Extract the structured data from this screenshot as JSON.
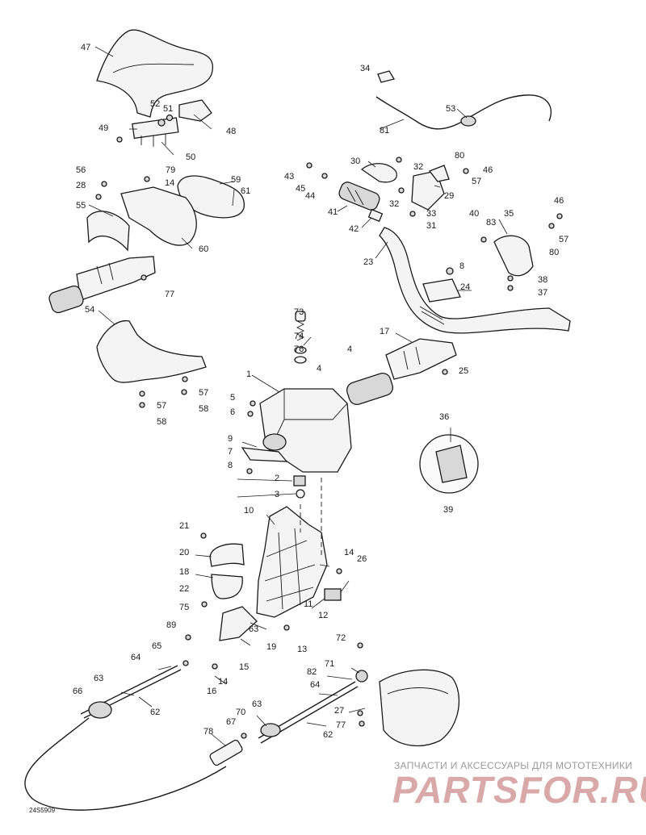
{
  "diagram_code": "24S5909",
  "watermark": {
    "caption": "ЗАПЧАСТИ И АКСЕССУАРЫ ДЛЯ МОТОТЕХНИКИ",
    "logo_text": "PARTSFOR.RU"
  },
  "callouts": [
    {
      "id": "c47",
      "text": "47"
    },
    {
      "id": "c52",
      "text": "52"
    },
    {
      "id": "c51",
      "text": "51"
    },
    {
      "id": "c49",
      "text": "49"
    },
    {
      "id": "c48",
      "text": "48"
    },
    {
      "id": "c50",
      "text": "50"
    },
    {
      "id": "c56",
      "text": "56"
    },
    {
      "id": "c79",
      "text": "79"
    },
    {
      "id": "c28",
      "text": "28"
    },
    {
      "id": "c14a",
      "text": "14"
    },
    {
      "id": "c59",
      "text": "59"
    },
    {
      "id": "c61",
      "text": "61"
    },
    {
      "id": "c55",
      "text": "55"
    },
    {
      "id": "c60",
      "text": "60"
    },
    {
      "id": "c77a",
      "text": "77"
    },
    {
      "id": "c54",
      "text": "54"
    },
    {
      "id": "c57a",
      "text": "57"
    },
    {
      "id": "c57b",
      "text": "57"
    },
    {
      "id": "c58a",
      "text": "58"
    },
    {
      "id": "c58b",
      "text": "58"
    },
    {
      "id": "c34",
      "text": "34"
    },
    {
      "id": "c53",
      "text": "53"
    },
    {
      "id": "c81",
      "text": "81"
    },
    {
      "id": "c30",
      "text": "30"
    },
    {
      "id": "c80a",
      "text": "80"
    },
    {
      "id": "c32a",
      "text": "32"
    },
    {
      "id": "c43",
      "text": "43"
    },
    {
      "id": "c46a",
      "text": "46"
    },
    {
      "id": "c57c",
      "text": "57"
    },
    {
      "id": "c45",
      "text": "45"
    },
    {
      "id": "c44",
      "text": "44"
    },
    {
      "id": "c29",
      "text": "29"
    },
    {
      "id": "c32b",
      "text": "32"
    },
    {
      "id": "c41",
      "text": "41"
    },
    {
      "id": "c33",
      "text": "33"
    },
    {
      "id": "c31",
      "text": "31"
    },
    {
      "id": "c42",
      "text": "42"
    },
    {
      "id": "c46b",
      "text": "46"
    },
    {
      "id": "c40",
      "text": "40"
    },
    {
      "id": "c35",
      "text": "35"
    },
    {
      "id": "c83",
      "text": "83"
    },
    {
      "id": "c57d",
      "text": "57"
    },
    {
      "id": "c80b",
      "text": "80"
    },
    {
      "id": "c23",
      "text": "23"
    },
    {
      "id": "c8a",
      "text": "8"
    },
    {
      "id": "c24",
      "text": "24"
    },
    {
      "id": "c38",
      "text": "38"
    },
    {
      "id": "c37",
      "text": "37"
    },
    {
      "id": "c73",
      "text": "73"
    },
    {
      "id": "c74",
      "text": "74"
    },
    {
      "id": "c76",
      "text": "76"
    },
    {
      "id": "c17",
      "text": "17"
    },
    {
      "id": "c4a",
      "text": "4"
    },
    {
      "id": "c4b",
      "text": "4"
    },
    {
      "id": "c25",
      "text": "25"
    },
    {
      "id": "c1",
      "text": "1"
    },
    {
      "id": "c5",
      "text": "5"
    },
    {
      "id": "c6",
      "text": "6"
    },
    {
      "id": "c9",
      "text": "9"
    },
    {
      "id": "c7",
      "text": "7"
    },
    {
      "id": "c8b",
      "text": "8"
    },
    {
      "id": "c2",
      "text": "2"
    },
    {
      "id": "c3",
      "text": "3"
    },
    {
      "id": "c36",
      "text": "36"
    },
    {
      "id": "c39",
      "text": "39"
    },
    {
      "id": "c10",
      "text": "10"
    },
    {
      "id": "c21",
      "text": "21"
    },
    {
      "id": "c20",
      "text": "20"
    },
    {
      "id": "c14b",
      "text": "14"
    },
    {
      "id": "c26",
      "text": "26"
    },
    {
      "id": "c18",
      "text": "18"
    },
    {
      "id": "c22",
      "text": "22"
    },
    {
      "id": "c75",
      "text": "75"
    },
    {
      "id": "c11",
      "text": "11"
    },
    {
      "id": "c12",
      "text": "12"
    },
    {
      "id": "c89",
      "text": "89"
    },
    {
      "id": "c63a",
      "text": "63"
    },
    {
      "id": "c19",
      "text": "19"
    },
    {
      "id": "c13",
      "text": "13"
    },
    {
      "id": "c72",
      "text": "72"
    },
    {
      "id": "c65",
      "text": "65"
    },
    {
      "id": "c64a",
      "text": "64"
    },
    {
      "id": "c15",
      "text": "15"
    },
    {
      "id": "c71",
      "text": "71"
    },
    {
      "id": "c63b",
      "text": "63"
    },
    {
      "id": "c14c",
      "text": "14"
    },
    {
      "id": "c16",
      "text": "16"
    },
    {
      "id": "c82",
      "text": "82"
    },
    {
      "id": "c64b",
      "text": "64"
    },
    {
      "id": "c66",
      "text": "66"
    },
    {
      "id": "c62a",
      "text": "62"
    },
    {
      "id": "c27",
      "text": "27"
    },
    {
      "id": "c70",
      "text": "70"
    },
    {
      "id": "c63c",
      "text": "63"
    },
    {
      "id": "c67",
      "text": "67"
    },
    {
      "id": "c78",
      "text": "78"
    },
    {
      "id": "c77b",
      "text": "77"
    },
    {
      "id": "c62b",
      "text": "62"
    }
  ]
}
